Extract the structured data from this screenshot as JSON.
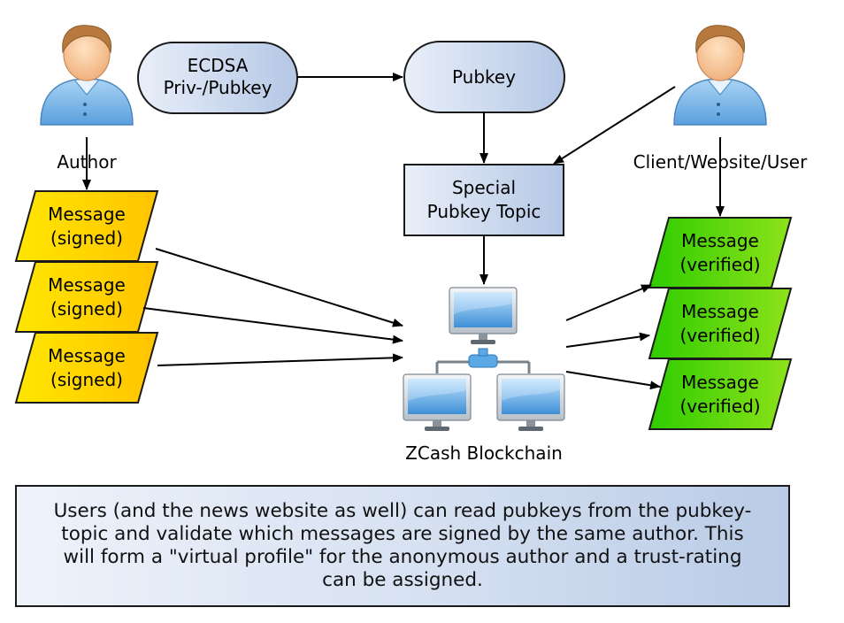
{
  "actors": {
    "author": {
      "label": "Author"
    },
    "client": {
      "label": "Client/Website/User"
    }
  },
  "nodes": {
    "ecdsa": {
      "line1": "ECDSA",
      "line2": "Priv-/Pubkey"
    },
    "pubkey": {
      "label": "Pubkey"
    },
    "topic": {
      "line1": "Special",
      "line2": "Pubkey Topic"
    },
    "blockchain": {
      "label": "ZCash Blockchain"
    }
  },
  "signed_messages": [
    {
      "line1": "Message",
      "line2": "(signed)"
    },
    {
      "line1": "Message",
      "line2": "(signed)"
    },
    {
      "line1": "Message",
      "line2": "(signed)"
    }
  ],
  "verified_messages": [
    {
      "line1": "Message",
      "line2": "(verified)"
    },
    {
      "line1": "Message",
      "line2": "(verified)"
    },
    {
      "line1": "Message",
      "line2": "(verified)"
    }
  ],
  "note": {
    "text": "Users (and the news website as well) can read pubkeys from the pubkey-topic and validate which messages are signed by the same author. This will form a \"virtual profile\" for the anonymous author and a trust-rating can be assigned."
  },
  "colors": {
    "signed_fill": "#ffd400",
    "verified_fill": "#4fd600",
    "node_fill": "#c9d6ec",
    "arrow": "#000000"
  },
  "icons": [
    "person-icon",
    "computer-monitor-icon",
    "network-connector-icon"
  ]
}
